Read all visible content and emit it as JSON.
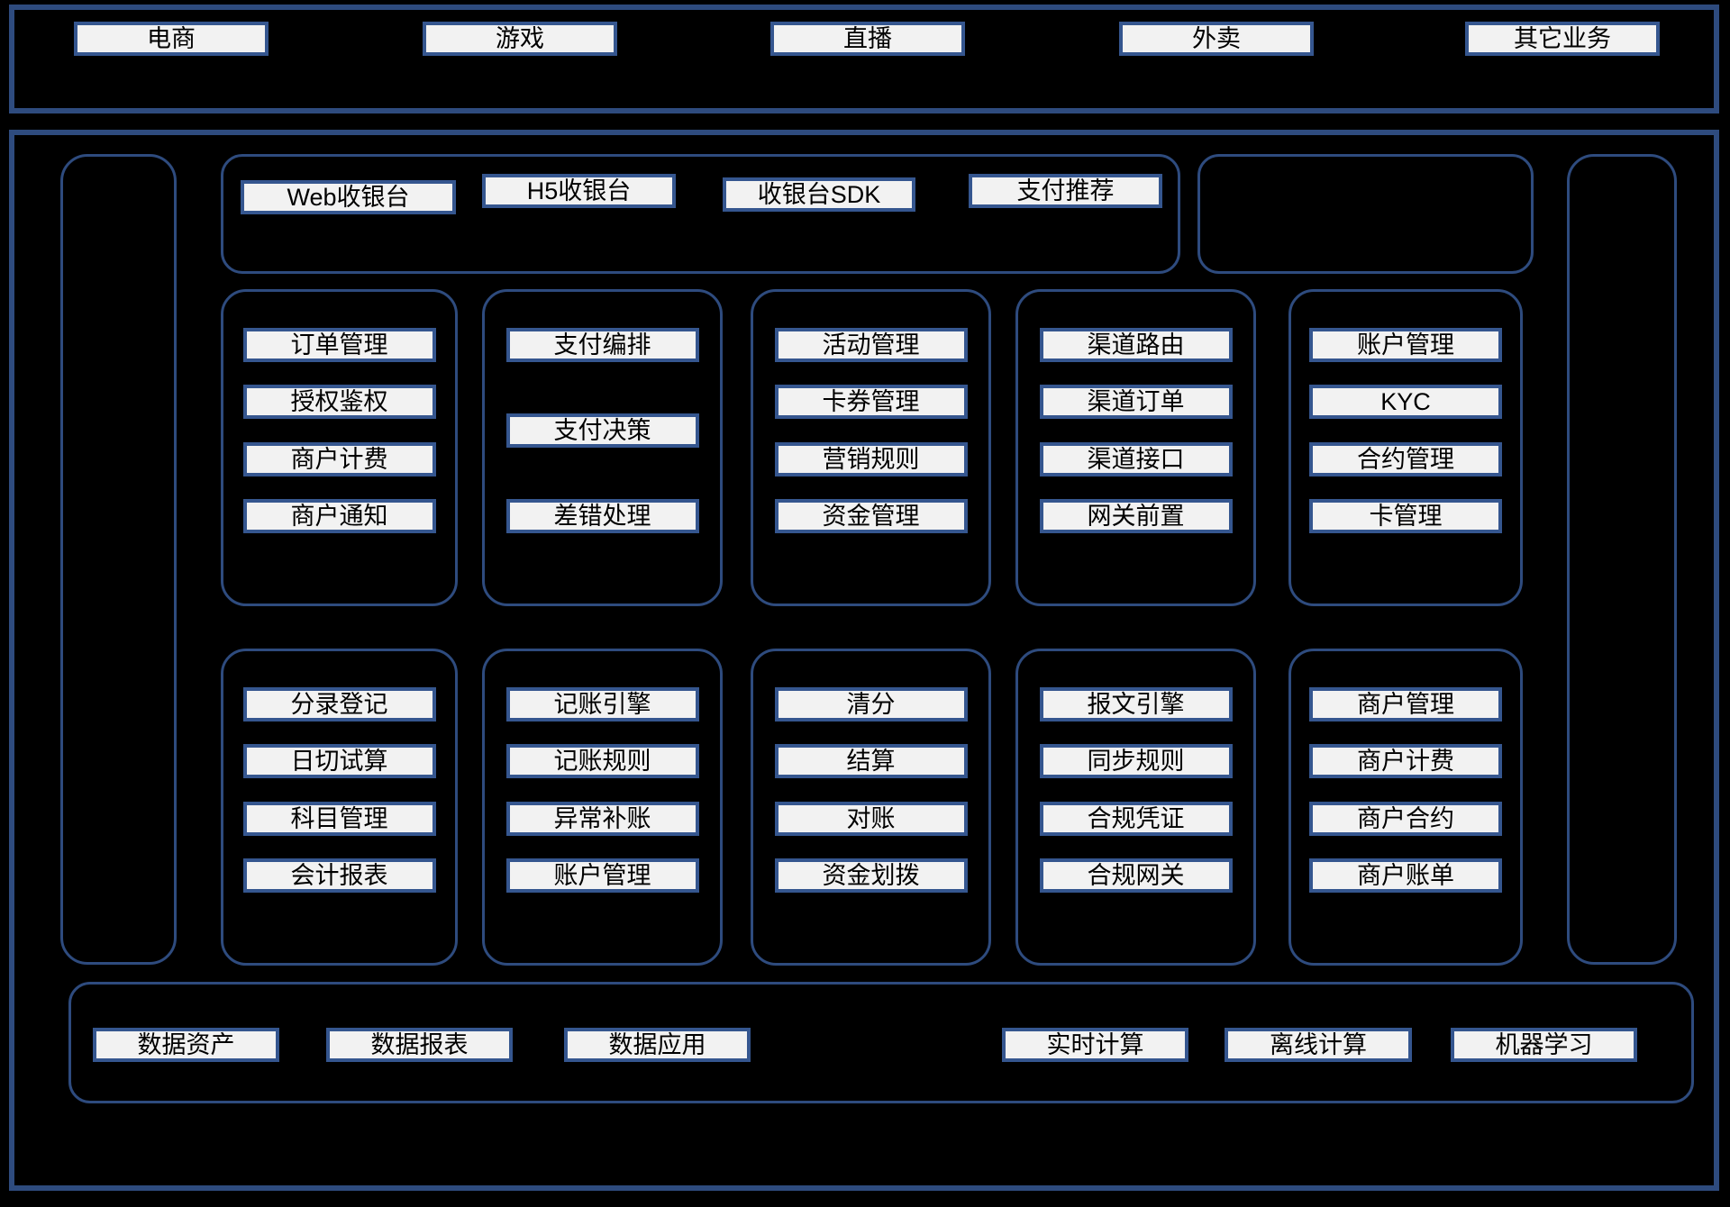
{
  "colors": {
    "bg": "#000000",
    "container_border": "#2e4b7e",
    "box_border": "#35568f",
    "box_fill": "#f2f2f2",
    "box_text": "#000000"
  },
  "business_layer": {
    "boxes": [
      "电商",
      "游戏",
      "直播",
      "外卖",
      "其它业务"
    ]
  },
  "access_layer": {
    "boxes": [
      "Web收银台",
      "H5收银台",
      "收银台SDK",
      "支付推荐"
    ]
  },
  "service_row1": [
    [
      "订单管理",
      "授权鉴权",
      "商户计费",
      "商户通知"
    ],
    [
      "支付编排",
      "支付决策",
      "差错处理"
    ],
    [
      "活动管理",
      "卡券管理",
      "营销规则",
      "资金管理"
    ],
    [
      "渠道路由",
      "渠道订单",
      "渠道接口",
      "网关前置"
    ],
    [
      "账户管理",
      "KYC",
      "合约管理",
      "卡管理"
    ]
  ],
  "service_row2": [
    [
      "分录登记",
      "日切试算",
      "科目管理",
      "会计报表"
    ],
    [
      "记账引擎",
      "记账规则",
      "异常补账",
      "账户管理"
    ],
    [
      "清分",
      "结算",
      "对账",
      "资金划拨"
    ],
    [
      "报文引擎",
      "同步规则",
      "合规凭证",
      "合规网关"
    ],
    [
      "商户管理",
      "商户计费",
      "商户合约",
      "商户账单"
    ]
  ],
  "data_layer": {
    "left_boxes": [
      "数据资产",
      "数据报表",
      "数据应用"
    ],
    "right_boxes": [
      "实时计算",
      "离线计算",
      "机器学习"
    ]
  }
}
